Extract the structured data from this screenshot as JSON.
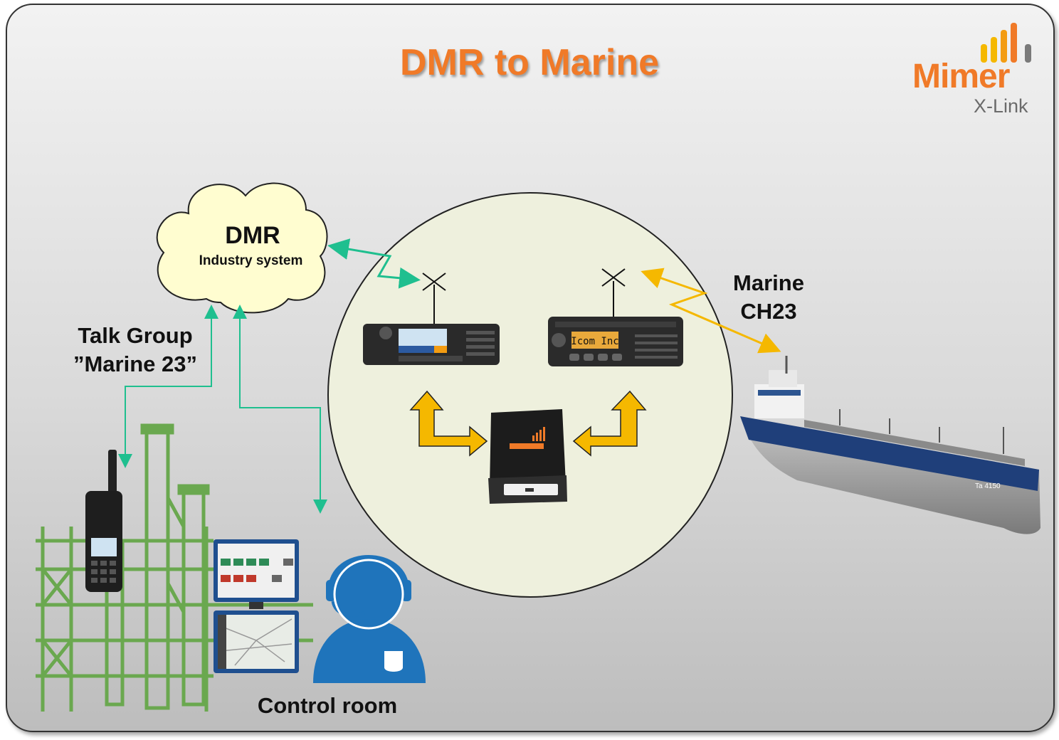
{
  "title": "DMR to Marine",
  "logo": {
    "brand": "Mimer",
    "product": "X-Link"
  },
  "cloud": {
    "title": "DMR",
    "subtitle": "Industry system"
  },
  "talk_group": {
    "line1": "Talk Group",
    "line2": "”Marine 23”"
  },
  "marine": {
    "line1": "Marine",
    "line2": "CH23"
  },
  "control_room": "Control room",
  "icom_display": "Icom Inc",
  "ship_name": "Ta 4150",
  "colors": {
    "title": "#f07a28",
    "dmr_link": "#1fbf8f",
    "marine_link": "#f5b800",
    "circle_fill": "#eef0dd",
    "plant_green": "#6aa84f",
    "operator_blue": "#1f74bb"
  }
}
